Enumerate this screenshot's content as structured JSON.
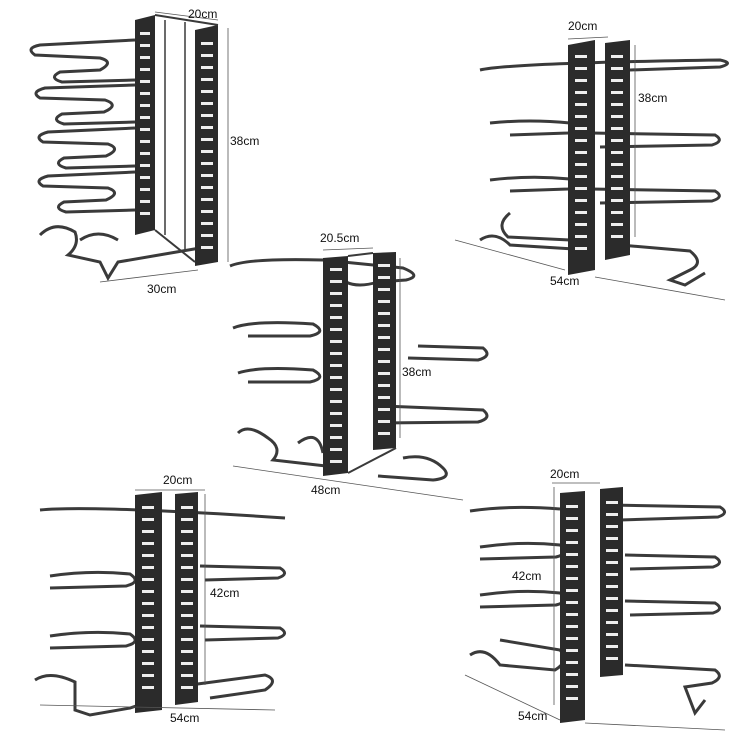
{
  "colors": {
    "background": "#ffffff",
    "metal": "#3a3a3a",
    "metal_dark": "#1f1f1f",
    "slot": "#f0f0f0",
    "dimension_line": "#555555"
  },
  "configurations": [
    {
      "name": "tall-compact",
      "width_label": "20cm",
      "height_label": "38cm",
      "depth_label": "30cm"
    },
    {
      "name": "wide-top-right",
      "width_label": "20cm",
      "height_label": "38cm",
      "length_label": "54cm"
    },
    {
      "name": "center",
      "width_label": "20.5cm",
      "height_label": "38cm",
      "length_label": "48cm"
    },
    {
      "name": "wide-bottom-left",
      "width_label": "20cm",
      "height_label": "42cm",
      "length_label": "54cm"
    },
    {
      "name": "wide-bottom-right",
      "width_label": "20cm",
      "height_label": "42cm",
      "length_label": "54cm"
    }
  ]
}
